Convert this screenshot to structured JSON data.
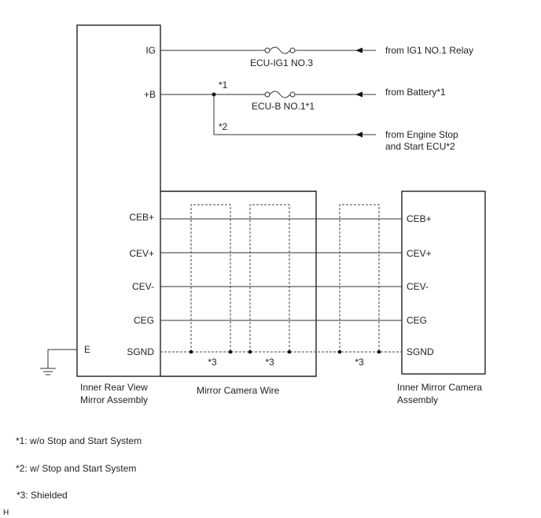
{
  "connectors": {
    "rear_mirror": {
      "pins": {
        "ig": "IG",
        "b": "+B",
        "ceb": "CEB+",
        "cev_pos": "CEV+",
        "cev_neg": "CEV-",
        "ceg": "CEG",
        "sgnd": "SGND",
        "e": "E"
      },
      "label_line1": "Inner Rear View",
      "label_line2": "Mirror Assembly"
    },
    "wire": {
      "label": "Mirror Camera Wire"
    },
    "camera": {
      "pins": {
        "ceb": "CEB+",
        "cev_pos": "CEV+",
        "cev_neg": "CEV-",
        "ceg": "CEG",
        "sgnd": "SGND"
      },
      "label_line1": "Inner Mirror Camera",
      "label_line2": "Assembly"
    }
  },
  "fuses": {
    "ig1": "ECU-IG1 NO.3",
    "ecub": "ECU-B NO.1*1"
  },
  "sources": {
    "ig1_relay": "from IG1 NO.1 Relay",
    "battery": "from Battery*1",
    "engine_line1": "from Engine Stop",
    "engine_line2": "and Start ECU*2"
  },
  "marks": {
    "star1": "*1",
    "star2": "*2",
    "star3": "*3"
  },
  "notes": [
    "*1: w/o Stop and Start System",
    "*2: w/ Stop and Start System",
    "*3: Shielded"
  ],
  "corner_code": "H",
  "colors": {
    "line": "#333333",
    "text": "#222222",
    "background": "#ffffff"
  }
}
